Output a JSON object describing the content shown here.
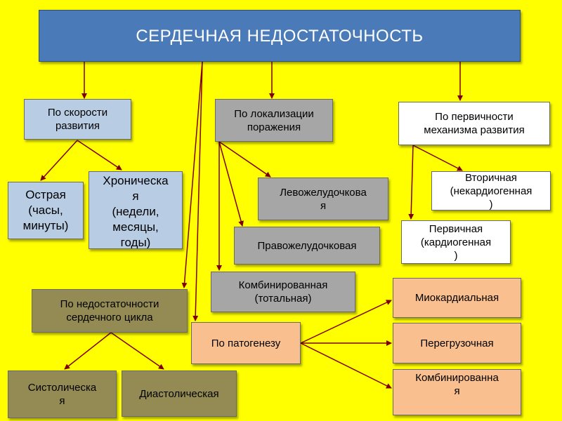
{
  "title": "СЕРДЕЧНАЯ НЕДОСТАТОЧНОСТЬ",
  "categories": {
    "speed": "По скорости\nразвития",
    "localization": "По локализации\nпоражения",
    "primacy": "По первичности\nмеханизма развития",
    "cycle": "По недостаточности\nсердечного цикла",
    "pathogenesis": "По патогенезу"
  },
  "speed_items": {
    "acute": "Острая\n(часы,\nминуты)",
    "chronic": "Хроническа\nя\n(недели,\nмесяцы,\nгоды)"
  },
  "localization_items": {
    "left": "Левожелудочкова\nя",
    "right": "Правожелудочковая",
    "combined": "Комбинированная\n(тотальная)"
  },
  "primacy_items": {
    "secondary": "Вторичная\n(некардиогенная\n)",
    "primary": "Первичная\n(кардиогенная\n)"
  },
  "cycle_items": {
    "systolic": "Систолическа\nя",
    "diastolic": "Диастолическая"
  },
  "pathogenesis_items": {
    "myocardial": "Миокардиальная",
    "overload": "Перегрузочная",
    "combined": "Комбинированна\nя"
  },
  "colors": {
    "background": "#ffff00",
    "main": "#4a7ab8",
    "speed": "#b8cce4",
    "localization": "#a6a6a6",
    "primacy": "#ffffff",
    "cycle": "#948a54",
    "pathogenesis": "#fabf8f",
    "line": "#7f0000"
  }
}
